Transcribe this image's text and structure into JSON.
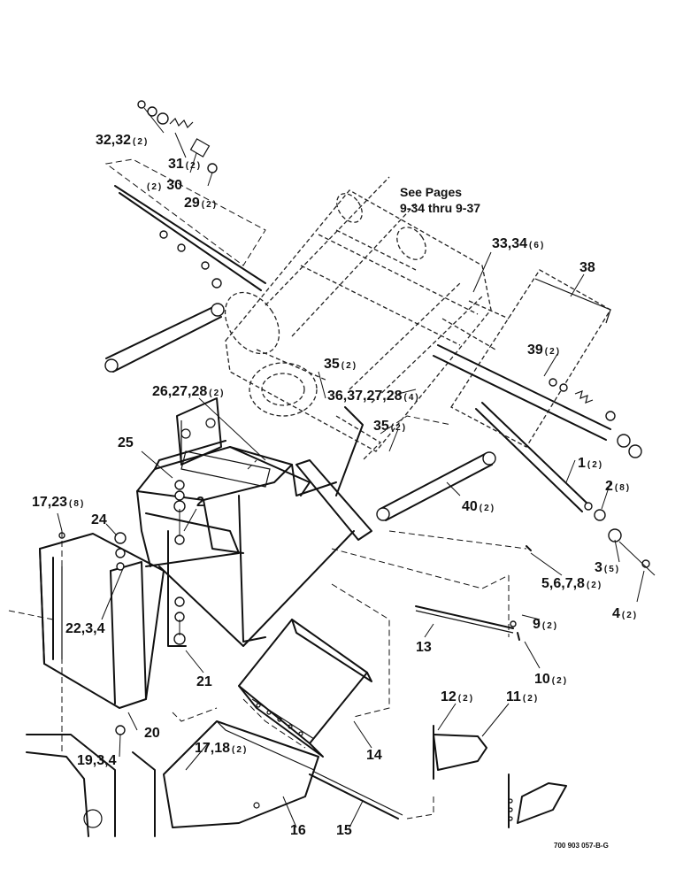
{
  "note": {
    "line1": "See Pages",
    "line2": "9-34 thru 9-37"
  },
  "drawing_number": "700 903 057-B-G",
  "callouts": [
    {
      "id": "c32",
      "label": "32,32",
      "qty": "(2)"
    },
    {
      "id": "c31",
      "label": "31",
      "qty": "(2)"
    },
    {
      "id": "c30",
      "label": "30",
      "qty": "(2)",
      "qty_before": true
    },
    {
      "id": "c29",
      "label": "29",
      "qty": "(2)"
    },
    {
      "id": "c3334",
      "label": "33,34",
      "qty": "(6)"
    },
    {
      "id": "c38",
      "label": "38",
      "qty": ""
    },
    {
      "id": "c39",
      "label": "39",
      "qty": "(2)"
    },
    {
      "id": "c35a",
      "label": "35",
      "qty": "(2)"
    },
    {
      "id": "c26",
      "label": "26,27,28",
      "qty": "(2)"
    },
    {
      "id": "c36",
      "label": "36,37,27,28",
      "qty": "(4)"
    },
    {
      "id": "c35b",
      "label": "35",
      "qty": "(2)"
    },
    {
      "id": "c25",
      "label": "25",
      "qty": ""
    },
    {
      "id": "c1",
      "label": "1",
      "qty": "(2)"
    },
    {
      "id": "c2r",
      "label": "2",
      "qty": "(8)"
    },
    {
      "id": "c17a",
      "label": "17,23",
      "qty": "(8)"
    },
    {
      "id": "c2l",
      "label": "2",
      "qty": ""
    },
    {
      "id": "c40",
      "label": "40",
      "qty": "(2)"
    },
    {
      "id": "c24",
      "label": "24",
      "qty": ""
    },
    {
      "id": "c3",
      "label": "3",
      "qty": "(5)"
    },
    {
      "id": "c5",
      "label": "5,6,7,8",
      "qty": "(2)"
    },
    {
      "id": "c4",
      "label": "4",
      "qty": "(2)"
    },
    {
      "id": "c22",
      "label": "22,3,4",
      "qty": ""
    },
    {
      "id": "c9",
      "label": "9",
      "qty": "(2)"
    },
    {
      "id": "c13",
      "label": "13",
      "qty": ""
    },
    {
      "id": "c10",
      "label": "10",
      "qty": "(2)"
    },
    {
      "id": "c21",
      "label": "21",
      "qty": ""
    },
    {
      "id": "c12",
      "label": "12",
      "qty": "(2)"
    },
    {
      "id": "c11",
      "label": "11",
      "qty": "(2)"
    },
    {
      "id": "c20",
      "label": "20",
      "qty": ""
    },
    {
      "id": "c17b",
      "label": "17,18",
      "qty": "(2)"
    },
    {
      "id": "c14",
      "label": "14",
      "qty": ""
    },
    {
      "id": "c19",
      "label": "19,3,4",
      "qty": ""
    },
    {
      "id": "c16",
      "label": "16",
      "qty": ""
    },
    {
      "id": "c15",
      "label": "15",
      "qty": ""
    }
  ]
}
